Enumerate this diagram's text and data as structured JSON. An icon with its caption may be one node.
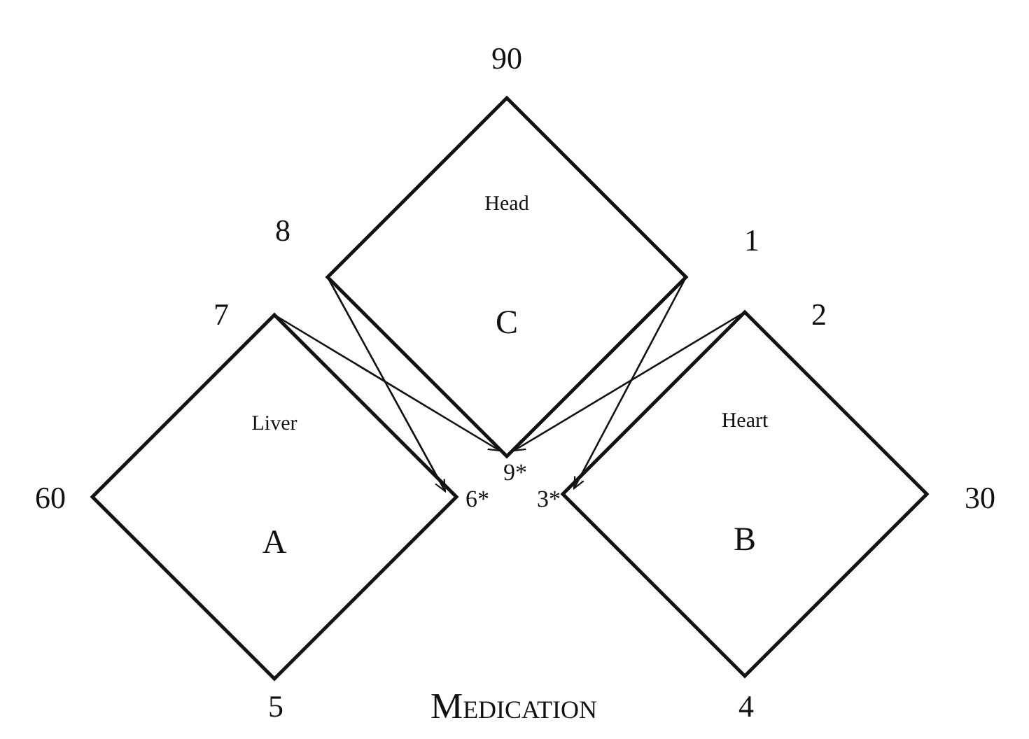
{
  "diagram": {
    "caption": "Medication",
    "nodes": [
      {
        "text": [
          "Head",
          "C"
        ]
      },
      {
        "text": [
          "Liver",
          "A"
        ]
      },
      {
        "text": [
          "Heart",
          "B"
        ]
      }
    ],
    "edges": [
      {
        "from": 0,
        "to": 1,
        "arrow": "to"
      },
      {
        "from": 1,
        "to": 0,
        "arrow": "to"
      },
      {
        "from": 0,
        "to": 2,
        "arrow": "to"
      },
      {
        "from": 2,
        "to": 0,
        "arrow": "to"
      }
    ],
    "labels": [
      "90",
      "8",
      "1",
      "7",
      "2",
      "9*",
      "60",
      "6*",
      "3*",
      "30",
      "5",
      "4"
    ]
  }
}
